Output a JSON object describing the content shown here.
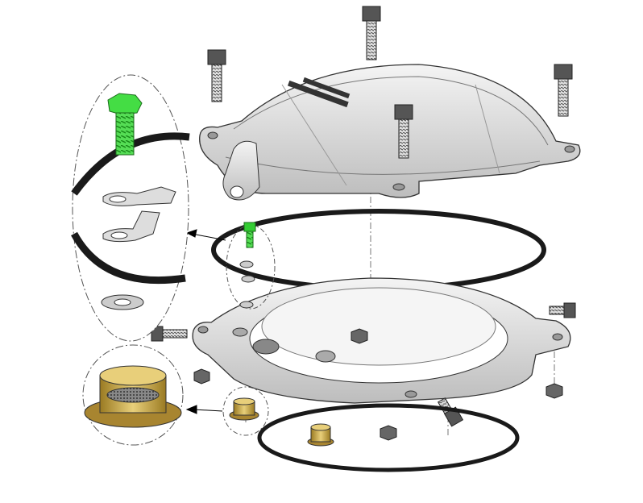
{
  "diagram": {
    "type": "exploded-assembly-drawing",
    "colors": {
      "metal": "#e4e4e4",
      "metal_shadow": "#b8b8b8",
      "outline": "#333333",
      "o_ring": "#1a1a1a",
      "highlight_bolt": "#33cc33",
      "bushing": "#c8a23c"
    },
    "parts": [
      "cover",
      "cover-bolt",
      "o-ring-upper",
      "base-flange",
      "o-ring-lower",
      "hex-nut",
      "ring-terminal",
      "bushing",
      "screen",
      "set-screw"
    ],
    "callouts": [
      "grounding-detail",
      "bushing-detail"
    ]
  }
}
